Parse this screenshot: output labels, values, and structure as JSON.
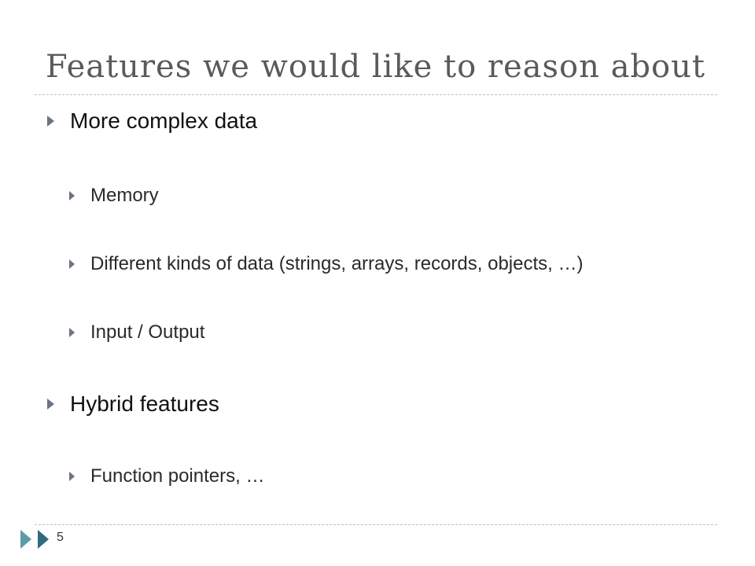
{
  "slide": {
    "title": "Features we would like to reason about",
    "page_number": "5",
    "bullets": [
      {
        "text": "More complex data"
      },
      {
        "text": "Memory"
      },
      {
        "text": "Different kinds of data (strings, arrays, records, objects, …)"
      },
      {
        "text": "Input / Output"
      },
      {
        "text": "Hybrid features"
      },
      {
        "text": "Function pointers, …"
      }
    ]
  },
  "colors": {
    "title": "#5a5a5a",
    "bullet": "#6b7480",
    "rule": "#b3c2cc",
    "footer_dark": "#2f6b7d",
    "footer_light": "#5b9bab"
  },
  "icons": {
    "bullet": "triangle-right-icon",
    "footer": "slide-footer-arrows-icon"
  }
}
